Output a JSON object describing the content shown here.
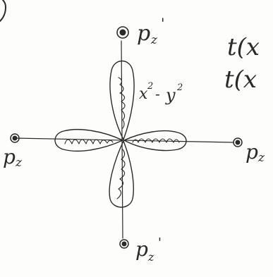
{
  "diagram": {
    "labels": {
      "top": "p",
      "top_sub": "z",
      "top_prime": "'",
      "bottom": "p",
      "bottom_sub": "z",
      "bottom_prime": "'",
      "left": "p",
      "left_sub": "z",
      "right": "p",
      "right_sub": "z",
      "orbital_x": "x",
      "orbital_exp1": "2",
      "orbital_minus": "-",
      "orbital_y": "y",
      "orbital_exp2": "2"
    },
    "side_text": {
      "line1": "t(x",
      "line2": "t(x"
    },
    "colors": {
      "ink": "#2a2a2a",
      "paper": "#fdfdfb"
    }
  }
}
